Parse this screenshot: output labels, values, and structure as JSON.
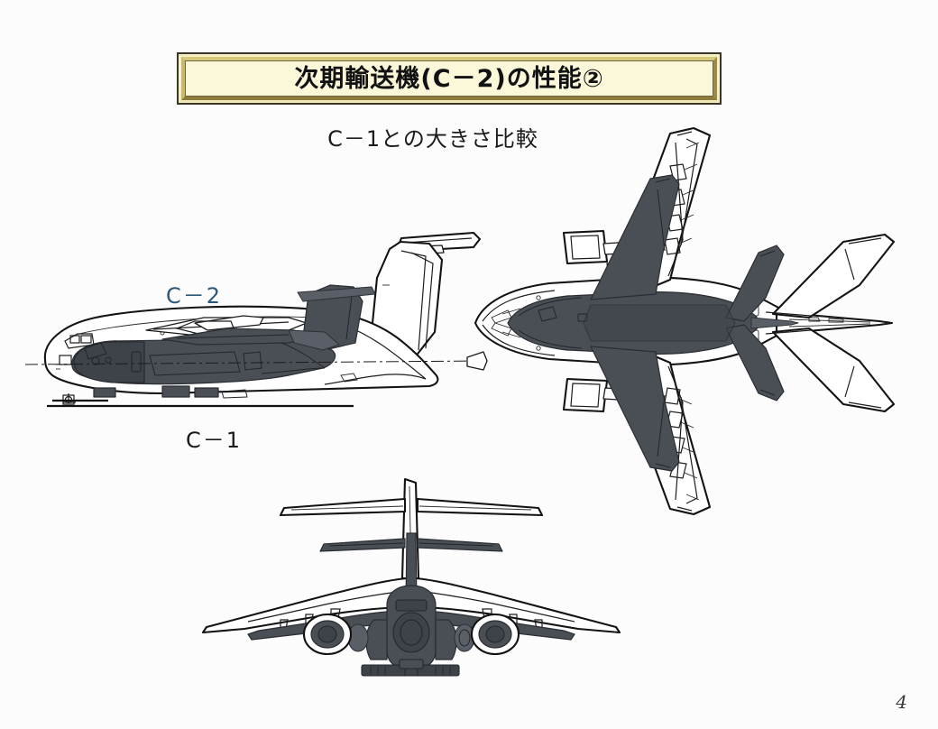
{
  "document": {
    "background_color": "#fcfcfd",
    "page_number": "4"
  },
  "banner": {
    "title": "次期輸送機(C－2)の性能②",
    "fill_color": "#fbf7d9",
    "frame_color": "#c9b76a",
    "border_color": "#3a3528"
  },
  "subtitle": {
    "text": "C－1との大きさ比較"
  },
  "labels": {
    "c2": {
      "text": "C－2",
      "color": "#2f5878"
    },
    "c1": {
      "text": "C－1",
      "color": "#1a1a1a"
    }
  },
  "diagram": {
    "type": "aircraft-size-comparison",
    "description": "Three orthographic silhouette overlays comparing the Kawasaki C-2 transport (white outline) with the older C-1 transport (dark grey filled)",
    "views": [
      {
        "id": "side",
        "name": "side-view",
        "aircraft_outline": "C－2",
        "aircraft_filled": "C－1",
        "outline_color": "#ffffff",
        "outline_stroke": "#131313",
        "filled_color": "#4a4e55"
      },
      {
        "id": "top",
        "name": "top-view",
        "aircraft_outline": "C－2",
        "aircraft_filled": "C－1",
        "outline_color": "#ffffff",
        "outline_stroke": "#131313",
        "filled_color": "#4a4e55"
      },
      {
        "id": "front",
        "name": "front-view",
        "aircraft_outline": "C－2",
        "aircraft_filled": "C－1",
        "outline_color": "#ffffff",
        "outline_stroke": "#131313",
        "filled_color": "#4a4e55"
      }
    ]
  }
}
